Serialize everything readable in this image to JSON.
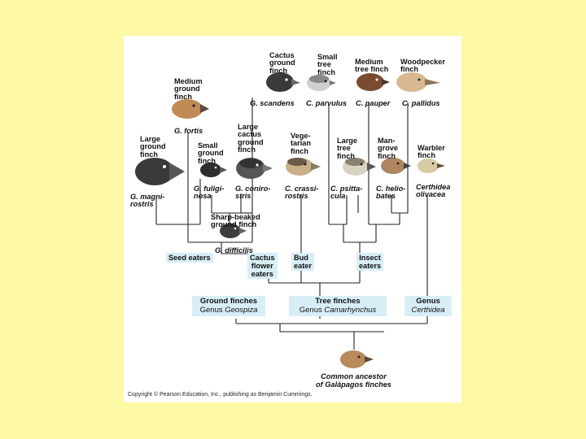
{
  "colors": {
    "background": "#fdf9a6",
    "panel": "#ffffff",
    "label_box": "#d8eef7",
    "line": "#222222"
  },
  "species": [
    {
      "id": "cactus-ground",
      "common": "Cactus\nground\nfinch",
      "sci": "G. scandens"
    },
    {
      "id": "small-tree",
      "common": "Small\ntree\nfinch",
      "sci": "C. parvulus"
    },
    {
      "id": "medium-tree",
      "common": "Medium\ntree finch",
      "sci": "C. pauper"
    },
    {
      "id": "woodpecker",
      "common": "Woodpecker\nfinch",
      "sci": "C. pallidus"
    },
    {
      "id": "medium-ground",
      "common": "Medium\nground\nfinch",
      "sci": "G. fortis"
    },
    {
      "id": "large-ground",
      "common": "Large\nground\nfinch",
      "sci": "G. magni-\nrostris"
    },
    {
      "id": "small-ground",
      "common": "Small\nground\nfinch",
      "sci": "G. fuligi-\nnosa"
    },
    {
      "id": "large-cactus",
      "common": "Large\ncactus\nground\nfinch",
      "sci": "G. coniro-\nstris"
    },
    {
      "id": "vegetarian",
      "common": "Vege-\ntarian\nfinch",
      "sci": "C. crassi-\nrostris"
    },
    {
      "id": "large-tree",
      "common": "Large\ntree\nfinch",
      "sci": "C. psitta-\ncula"
    },
    {
      "id": "mangrove",
      "common": "Man-\ngrove\nfinch",
      "sci": "C. helio-\nbates"
    },
    {
      "id": "warbler",
      "common": "Warbler\nfinch",
      "sci": "Certhidea\nolivacea"
    },
    {
      "id": "sharp-beaked",
      "common": "Sharp-beaked\nground finch",
      "sci": "G. difficilis"
    }
  ],
  "diet_groups": {
    "seed": "Seed eaters",
    "cactus_flower": "Cactus\nflower\neaters",
    "bud": "Bud\neater",
    "insect": "Insect\neaters"
  },
  "genera": {
    "ground": {
      "title": "Ground finches",
      "prefix": "Genus ",
      "name": "Geospiza"
    },
    "tree": {
      "title": "Tree finches",
      "prefix": "Genus ",
      "name": "Camarhynchus"
    },
    "warbler": {
      "title": "Genus",
      "name": "Certhidea"
    }
  },
  "ancestor": "Common ancestor\nof Galápagos finches",
  "copyright": "Copyright © Pearson Education, Inc., publishing as Benjamin Cummings."
}
